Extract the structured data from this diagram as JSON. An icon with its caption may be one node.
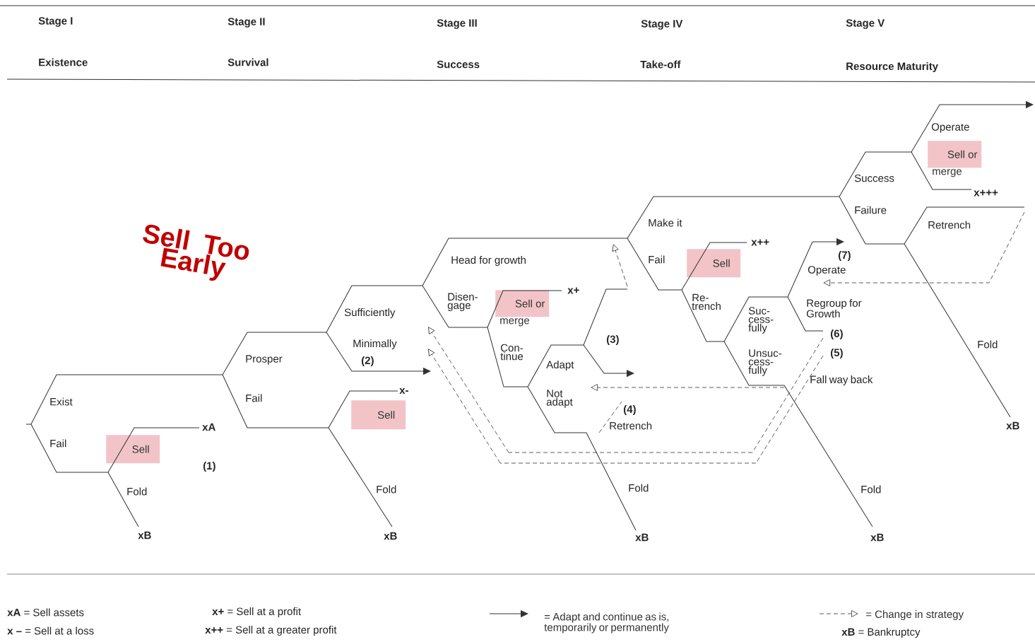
{
  "diagram": {
    "nodes": [
      {
        "text": [
          "Sell"
        ]
      },
      {
        "text": [
          "Sell"
        ]
      },
      {
        "text": [
          "Sell or"
        ],
        "beside": [
          "merge"
        ]
      },
      {
        "text": [
          "Sell"
        ]
      },
      {
        "text": [
          "Sell or"
        ],
        "beside": [
          "merge"
        ]
      }
    ],
    "labels": [
      "Stage I",
      "Existence",
      "Stage II",
      "Survival",
      "Stage III",
      "Success",
      "Stage IV",
      "Take-off",
      "Stage V",
      "Resource Maturity",
      "Sell Too Early",
      "Exist",
      "Fail",
      "xA",
      "(1)",
      "Fold",
      "xB",
      "Prosper",
      "Fail",
      "x-",
      "Fold",
      "xB",
      "Sufficiently",
      "Minimally",
      "(2)",
      "Head for growth",
      "Disen- gage",
      "x+",
      "Con- tinue",
      "(3)",
      "Adapt",
      "Not adapt",
      "(4)",
      "Retrench",
      "Fold",
      "xB",
      "Make it",
      "Fail",
      "x++",
      "Re- trench",
      "Suc- cess- fully",
      "Unsuc- cess- fully",
      "(7)",
      "Operate",
      "Regroup for Growth",
      "(6)",
      "(5)",
      "Fall way back",
      "Fold",
      "xB",
      "Success",
      "Failure",
      "Operate",
      "x+++",
      "Retrench",
      "Fold",
      "xB",
      "**xA** = Sell assets",
      "**x –** = Sell at a loss",
      "**x+** = Sell at a profit",
      "**x++** = Sell at a greater profit",
      "**xB** = Bankruptcy"
    ],
    "legend": [
      {
        "text": "= Adapt and continue as is, temporarily or permanently"
      },
      {
        "text": "= Change in strategy"
      }
    ]
  }
}
